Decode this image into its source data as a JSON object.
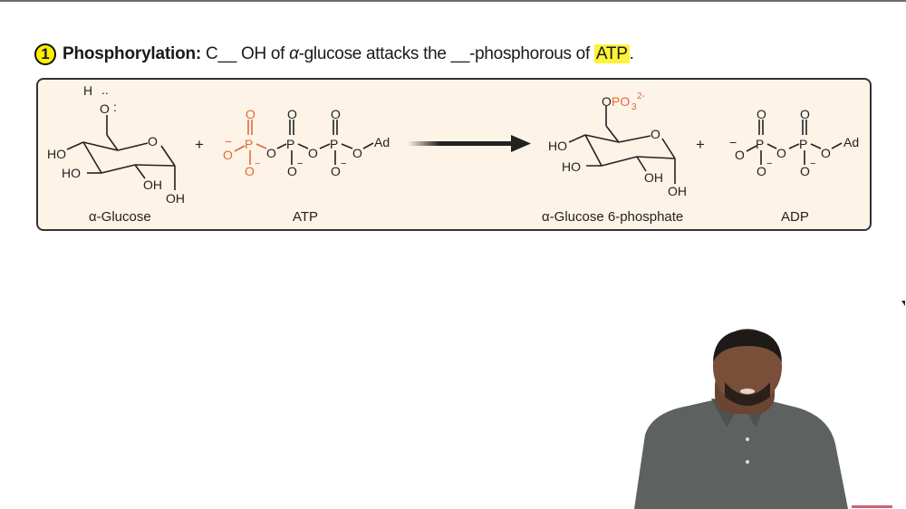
{
  "header": {
    "step_number": "1",
    "title_bold": "Phosphorylation:",
    "title_part1": " C__ OH of ",
    "alpha": "α",
    "title_part2": "-glucose attacks the __-phosphorous of ",
    "highlight": "ATP",
    "title_end": "."
  },
  "reaction": {
    "reactants": [
      {
        "name": "α-Glucose",
        "label": "α-Glucose"
      },
      {
        "name": "ATP",
        "label": "ATP"
      }
    ],
    "products": [
      {
        "name": "α-Glucose 6-phosphate",
        "label": "α-Glucose 6-phosphate"
      },
      {
        "name": "ADP",
        "label": "ADP"
      }
    ],
    "plus": "+",
    "atoms": {
      "H": "H",
      "O": "O",
      "HO": "HO",
      "OH": "OH",
      "P": "P",
      "Ad": "Ad",
      "minus": "−",
      "phosphate_group": "OPO",
      "sub3": "3",
      "charge": "2-",
      "lone_pair": ":"
    }
  },
  "colors": {
    "box_bg": "#fdf3e6",
    "phosphate_accent": "#e06a3c",
    "highlight": "#fff23a",
    "badge": "#ffee00"
  },
  "presenter": {
    "description": "instructor video overlay"
  }
}
